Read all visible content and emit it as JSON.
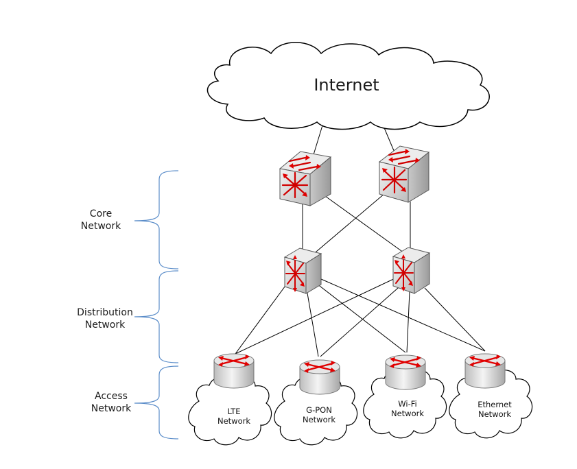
{
  "cloud": {
    "label": "Internet"
  },
  "layers": [
    {
      "label_line1": "Core",
      "label_line2": "Network"
    },
    {
      "label_line1": "Distribution",
      "label_line2": "Network"
    },
    {
      "label_line1": "Access",
      "label_line2": "Network"
    }
  ],
  "access_networks": [
    {
      "line1": "LTE",
      "line2": "Network"
    },
    {
      "line1": "G-PON",
      "line2": "Network"
    },
    {
      "line1": "Wi-Fi",
      "line2": "Network"
    },
    {
      "line1": "Ethernet",
      "line2": "Network"
    }
  ],
  "colors": {
    "arrow_red": "#e00000",
    "brace_blue": "#5b8dc9",
    "device_gray": "#d9d9d9",
    "line": "#000000"
  }
}
